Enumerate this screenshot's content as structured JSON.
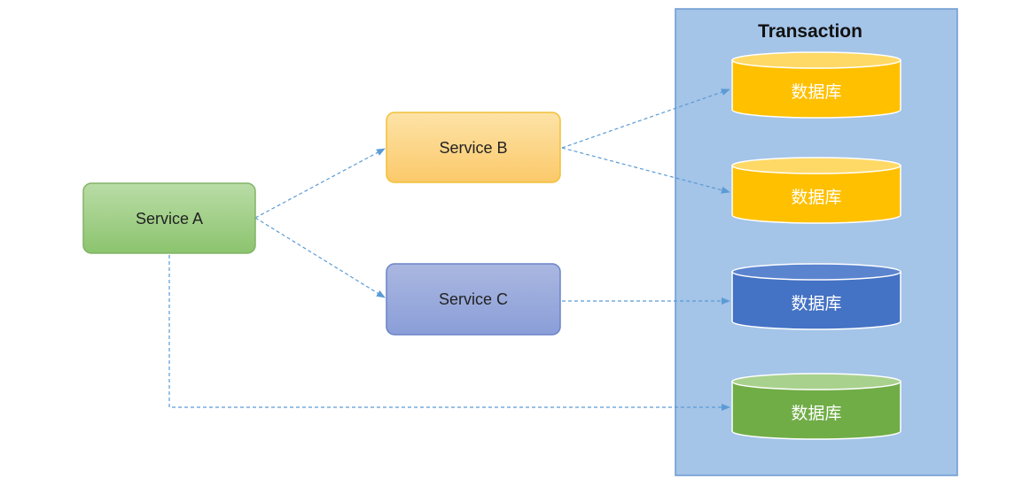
{
  "transaction": {
    "title": "Transaction",
    "fill": "#a4c4e8",
    "stroke": "#6d9ad0"
  },
  "services": {
    "a": {
      "label": "Service A",
      "fill_top": "#b9dca6",
      "fill_bottom": "#8cc46e",
      "stroke": "#82b366"
    },
    "b": {
      "label": "Service B",
      "fill_top": "#fde3a7",
      "fill_bottom": "#fbc96a",
      "stroke": "#f2c038"
    },
    "c": {
      "label": "Service C",
      "fill_top": "#aab7e0",
      "fill_bottom": "#8a9ed8",
      "stroke": "#6c84c8"
    }
  },
  "databases": [
    {
      "label": "数据库",
      "body": "#ffc000",
      "top": "#ffd966"
    },
    {
      "label": "数据库",
      "body": "#ffc000",
      "top": "#ffd966"
    },
    {
      "label": "数据库",
      "body": "#4472c4",
      "top": "#5b84cf"
    },
    {
      "label": "数据库",
      "body": "#70ad47",
      "top": "#a9d18e"
    }
  ],
  "edge_color": "#5b9bd5"
}
